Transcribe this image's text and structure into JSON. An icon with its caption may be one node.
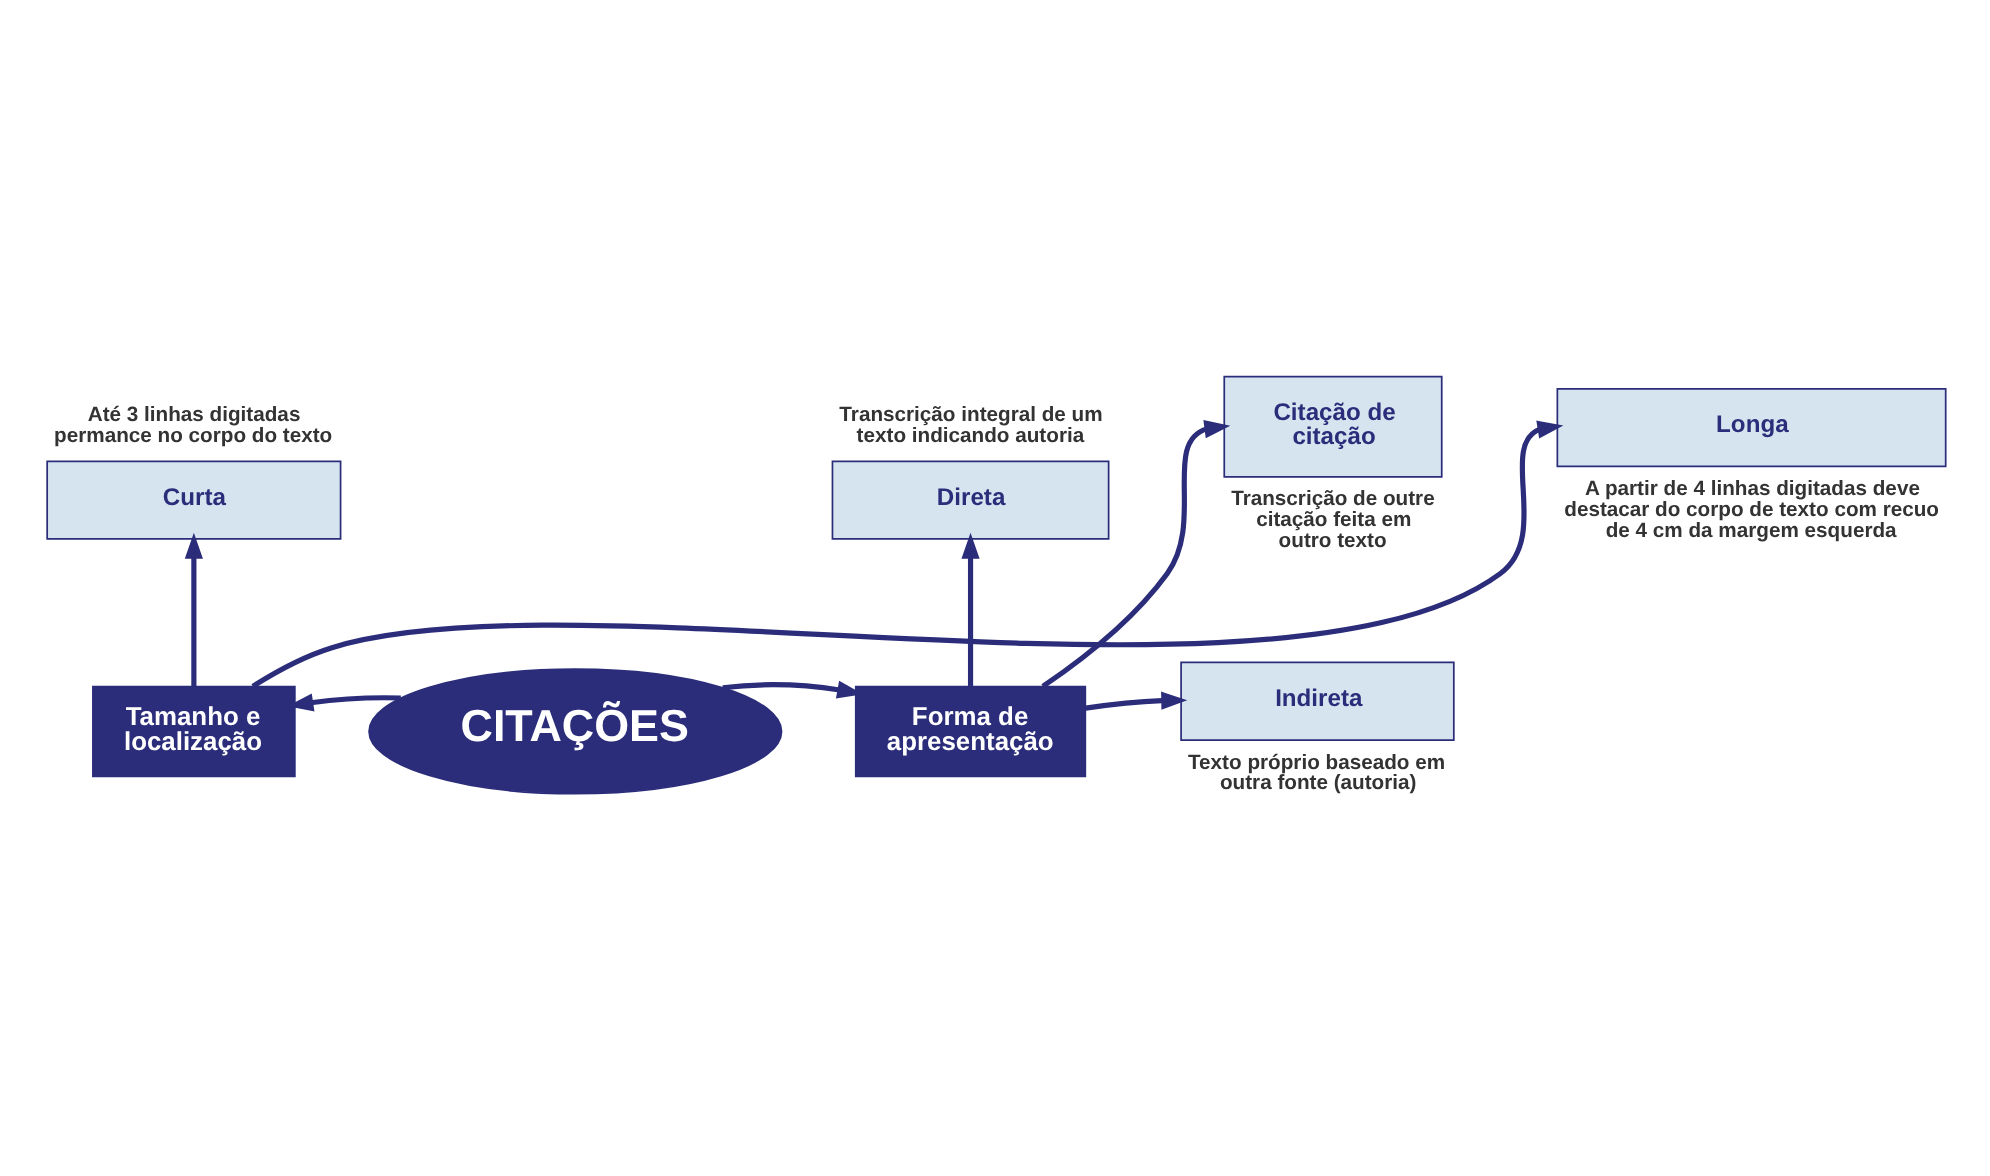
{
  "diagram": {
    "nodes": [
      {
        "text": [
          "CITAÇÕES"
        ]
      },
      {
        "text": [
          "Tamanho e localização"
        ]
      },
      {
        "text": [
          "Forma de apresentação"
        ]
      },
      {
        "text": [
          "Curta"
        ],
        "beside": [
          "Até 3 linhas digitadas permance no corpo do texto"
        ]
      },
      {
        "text": [
          "Longa"
        ],
        "beside": [
          "A partir de 4 linhas digitadas deve destacar do corpo de texto com recuo de 4 cm da margem esquerda"
        ]
      },
      {
        "text": [
          "Direta"
        ],
        "beside": [
          "Transcrição integral de um texto indicando autoria"
        ]
      },
      {
        "text": [
          "Indireta"
        ],
        "beside": [
          "Texto próprio baseado em outra fonte (autoria)"
        ]
      },
      {
        "text": [
          "Citação de citação"
        ],
        "beside": [
          "Transcrição de outre citação feita em outro texto"
        ]
      }
    ],
    "edges": [
      {
        "from": 0,
        "to": 1,
        "arrow": "to"
      },
      {
        "from": 0,
        "to": 2,
        "arrow": "to"
      },
      {
        "from": 1,
        "to": 3,
        "arrow": "to"
      },
      {
        "from": 1,
        "to": 4,
        "arrow": "to"
      },
      {
        "from": 2,
        "to": 5,
        "arrow": "to"
      },
      {
        "from": 2,
        "to": 6,
        "arrow": "to"
      },
      {
        "from": 2,
        "to": 7,
        "arrow": "to"
      }
    ]
  }
}
